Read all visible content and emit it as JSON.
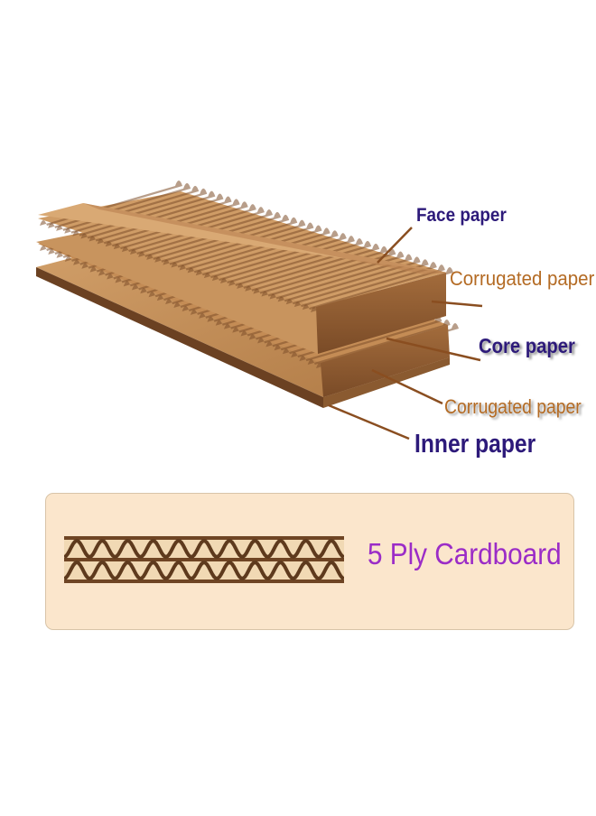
{
  "labels": {
    "face_paper": "Face paper",
    "corrugated_top": "Corrugated paper",
    "core_paper": "Core paper",
    "corrugated_bottom": "Corrugated paper",
    "inner_paper": "Inner paper"
  },
  "panel": {
    "title": "5 Ply Cardboard"
  },
  "colors": {
    "label_primary": "#2d1a7a",
    "label_corrugated": "#b46b24",
    "label_ply": "#9b2cc7",
    "kraft": "#b9814a",
    "kraft_dark": "#6f4524",
    "panel_background": "#fbe6cc"
  }
}
